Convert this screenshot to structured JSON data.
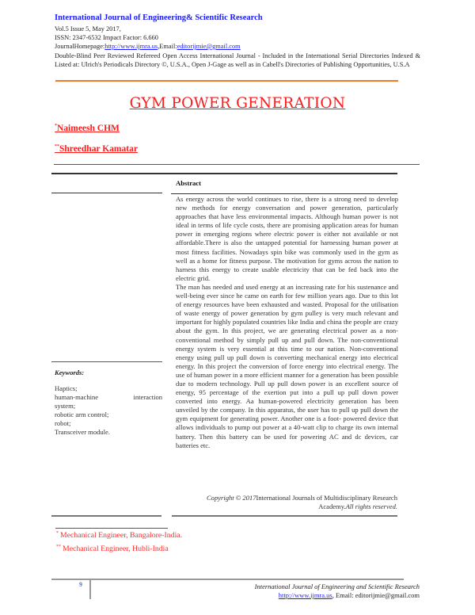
{
  "header": {
    "journal_title": "International Journal of Engineering& Scientific Research",
    "volume_line": "Vol.5 Issue 5, May 2017,",
    "issn_line": "ISSN: 2347-6532 Impact Factor: 6.660",
    "homepage_label": "JournalHomepage:",
    "homepage_url": "http://www.ijmra.us",
    "email_label": ",Email:",
    "email": "editorijmie@gmail.com",
    "indexing_text": "Double-Blind Peer Reviewed Refereed Open Access International Journal - Included in the International Serial Directories Indexed & Listed at: Ulrich's Periodicals Directory ©, U.S.A., Open J-Gage as well as in Cabell's Directories of Publishing Opportunities, U.S.A",
    "accent_color": "#ee7b2a"
  },
  "paper": {
    "title": "GYM POWER GENERATION",
    "authors": [
      {
        "marker": "*",
        "name": "Naimeesh CHM"
      },
      {
        "marker": "**",
        "name": "Shreedhar Kamatar"
      }
    ],
    "title_color": "#ff1a1a"
  },
  "abstract": {
    "heading": "Abstract",
    "paragraphs": [
      "As energy across the world continues to rise, there is a strong need to develop new methods for energy conversation and power generation, particularly approaches that have less environmental impacts. Although human power is not ideal in terms of life cycle costs, there are promising application areas for human power in emerging regions where electric power is either not available or not affordable.There is also the untapped potential for harnessing human power at most fitness facilities. Nowadays spin bike was commonly used in the gym as well as a home for fitness purpose. The motivation for gyms across the nation to harness this energy to create usable electricity that can be fed back into the electric grid.",
      "The man has needed and used energy at an increasing rate for his sustenance and well-being ever since he came on earth for few million years ago. Due to this lot of energy resources have been exhausted and wasted. Proposal for the utilisation of waste energy of power generation by gym pulley is very much relevant and important for highly populated countries like India and china the people are crazy about the gym. In this project, we are generating electrical power as a non-conventional method by simply pull up and pull down. The non-conventional energy system is very essential at this time to our nation. Non-conventional energy using pull up pull down is converting mechanical energy into electrical energy. In this project the conversion of force energy into electrical energy. The use of human power in a more efficient manner for a generation has been possible due to modern technology. Pull up pull down power is an excellent source of energy, 95 percentage of the exertion put into a pull up pull down power converted into energy. Aa human-powered electricity generation has been unveiled by the company. In this apparatus, the user has to pull up pull down the gym equipment for generating power. Another one is a foot- powered device that allows individuals to pump out power at a 40-watt clip to charge its own internal battery. Then this battery can be used for powering AC and dc devices, car batteries etc."
    ],
    "copyright_prefix": "Copyright © 2017",
    "copyright_org": "International Journals of Multidisciplinary Research Academy.",
    "copyright_suffix": "All rights reserved."
  },
  "keywords": {
    "heading": "Keywords:",
    "items": [
      "Haptics;",
      "human-machine interaction system;",
      "robotic arm control;",
      "robot;",
      "Transceiver module."
    ],
    "item2_part1": "human-machine",
    "item2_part2": "interaction",
    "item2_part3": "system;"
  },
  "footnotes": [
    {
      "marker": "*",
      "text": "Mechanical Engineer, Bangalore-India."
    },
    {
      "marker": "**",
      "text": "Mechanical Engineer, Hubli-India"
    }
  ],
  "footer": {
    "page_number": "9",
    "journal_name": "International Journal of Engineering and Scientific Research",
    "url": "http://www.ijmra.us",
    "email_text": ", Email: editorijmie@gmail.com"
  }
}
